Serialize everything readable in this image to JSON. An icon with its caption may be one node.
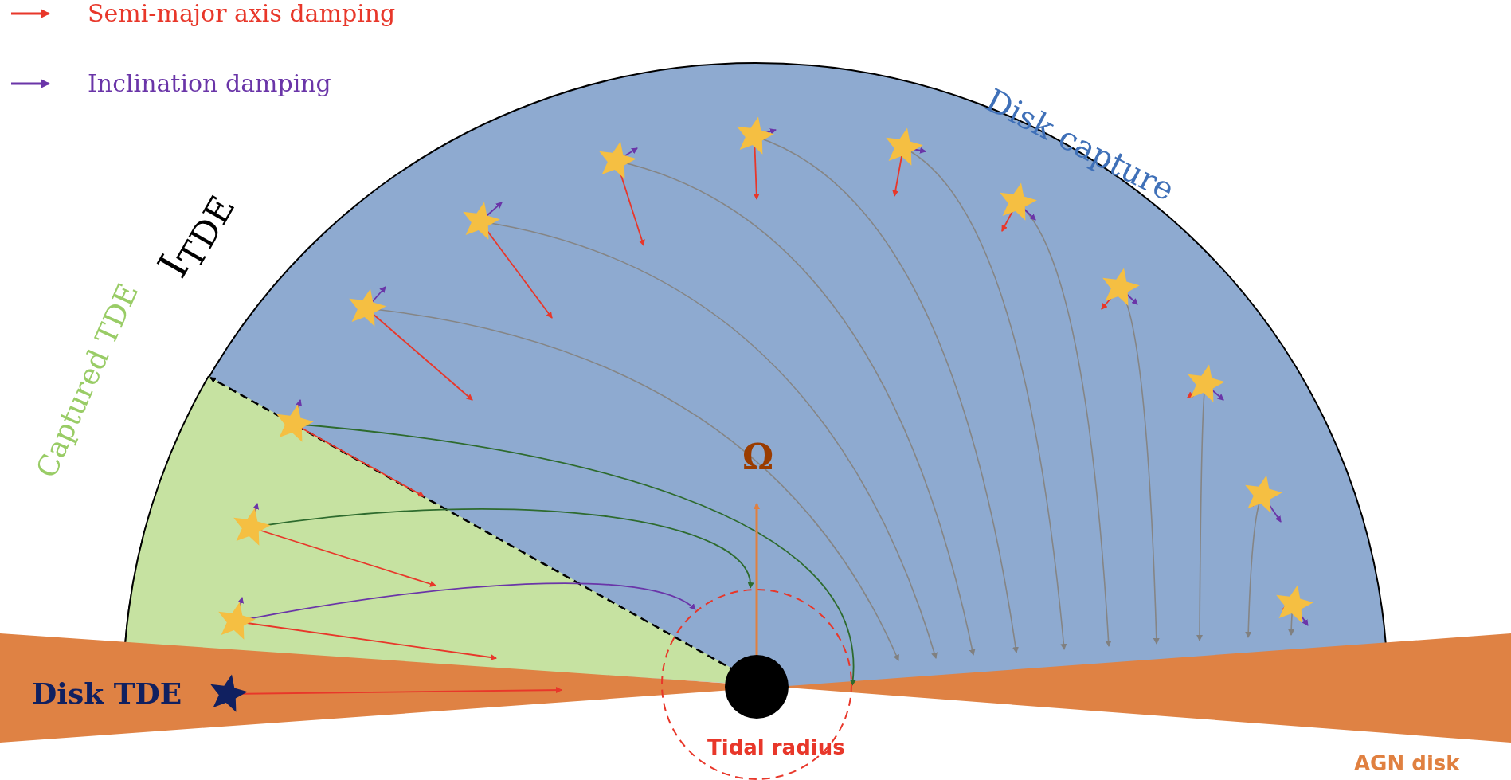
{
  "diagram": {
    "labels": [
      "Disk capture",
      "I$_{TDE}$",
      "Captured TDE",
      "Ω",
      "Disk TDE",
      "Tidal radius",
      "AGN disk"
    ],
    "legend": [
      {
        "text": "Semi-major axis damping"
      },
      {
        "text": "Inclination damping"
      }
    ]
  }
}
